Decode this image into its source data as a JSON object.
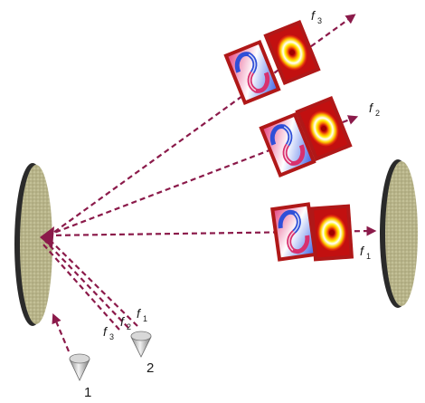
{
  "labels": {
    "source_1": "1",
    "source_2": "2",
    "f1": "f",
    "f2": "f",
    "f3": "f",
    "f1_sub": "1",
    "f2_sub": "2",
    "f3_sub": "3",
    "near_f1": "f",
    "near_f1_sub": "1",
    "near_f2": "f",
    "near_f2_sub": "2",
    "near_f3": "f",
    "near_f3_sub": "3"
  },
  "colors": {
    "beam": "#8b1a4a",
    "frame": "#b01818",
    "mirror_face": "#c8c59a",
    "mirror_edge": "#2a2a2a",
    "source_body": "#b9b9b9"
  },
  "icons": {
    "source": "cone-source-icon",
    "mirror": "disc-mirror-icon",
    "phase_map": "spiral-phase-icon",
    "intensity_map": "ring-intensity-icon"
  }
}
